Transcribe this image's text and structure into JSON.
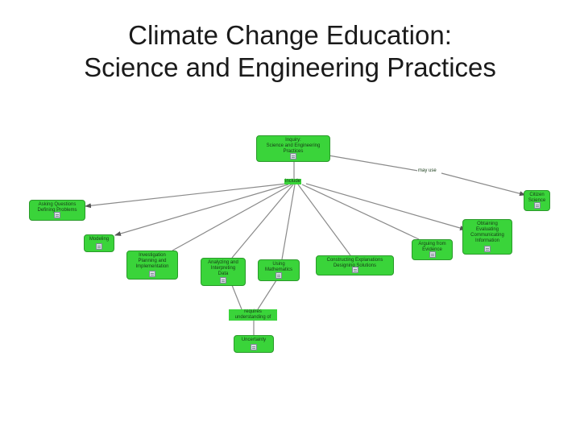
{
  "title": {
    "line1": "Climate Change Education:",
    "line2": "Science and Engineering Practices"
  },
  "concept_map": {
    "nodes": {
      "inquiry": [
        "Inquiry:",
        "Science and Engineering",
        "Practices"
      ],
      "citizen": [
        "Citizen",
        "Science"
      ],
      "asking": [
        "Asking Questions",
        "Defining Problems"
      ],
      "modeling": [
        "Modeling"
      ],
      "investigation": [
        "Investigation",
        "Planning and",
        "Implementation"
      ],
      "analyzing": [
        "Analyzing and",
        "Interpreting",
        "Data"
      ],
      "math": [
        "Using",
        "Mathematics"
      ],
      "constructing": [
        "Constructing Explanations",
        "Designing Solutions"
      ],
      "arguing": [
        "Arguing from",
        "Evidence"
      ],
      "obtaining": [
        "Obtaining",
        "Evaluating",
        "Communicating",
        "Information"
      ],
      "uncertainty": [
        "Uncertainty"
      ]
    },
    "link_labels": {
      "include": "include",
      "may_use": "may use",
      "requires": [
        "requires",
        "understanding of"
      ]
    }
  }
}
